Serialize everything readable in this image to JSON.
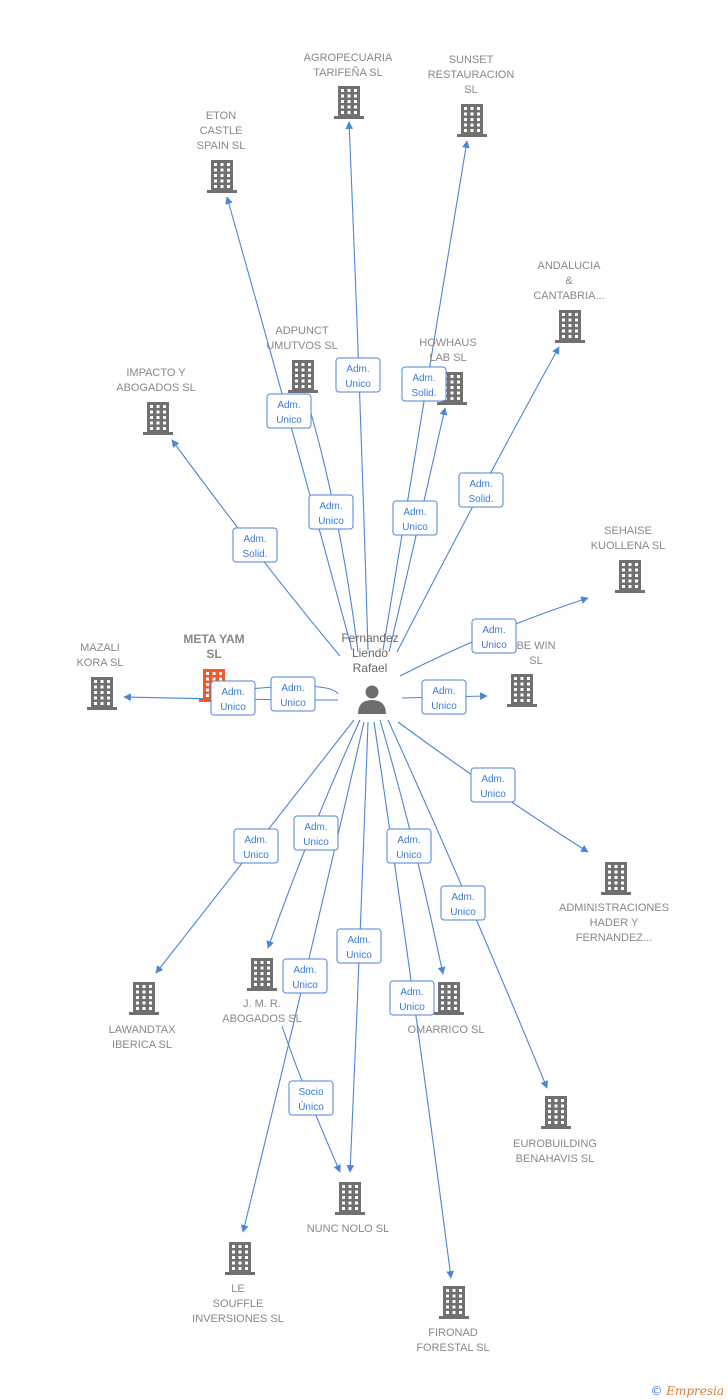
{
  "colors": {
    "edge": "#4a86d8",
    "building": "#707070",
    "focus": "#f05a28",
    "person": "#6e6e6e"
  },
  "person": {
    "id": "person",
    "lines": [
      "Fernandez",
      "Liendo",
      "Rafael"
    ]
  },
  "nodes": [
    {
      "id": "agropecuaria",
      "lines": [
        "AGROPECUARIA",
        "TARIFEÑA SL"
      ]
    },
    {
      "id": "sunset",
      "lines": [
        "SUNSET",
        "RESTAURACION",
        "SL"
      ]
    },
    {
      "id": "eton",
      "lines": [
        "ETON",
        "CASTLE",
        "SPAIN SL"
      ]
    },
    {
      "id": "andalucia",
      "lines": [
        "ANDALUCIA",
        "&",
        "CANTABRIA..."
      ]
    },
    {
      "id": "adpunct",
      "lines": [
        "ADPUNCT",
        "UMUTVOS SL"
      ]
    },
    {
      "id": "howhaus",
      "lines": [
        "HOWHAUS",
        "LAB SL"
      ]
    },
    {
      "id": "impacto",
      "lines": [
        "IMPACTO Y",
        "ABOGADOS SL"
      ]
    },
    {
      "id": "sehaise",
      "lines": [
        "SEHAISE",
        "KUOLLENA SL"
      ]
    },
    {
      "id": "metayam",
      "lines": [
        "META YAM",
        "SL"
      ],
      "focus": true
    },
    {
      "id": "mazali",
      "lines": [
        "MAZALI",
        "KORA SL"
      ]
    },
    {
      "id": "bewin",
      "lines": [
        "BE WIN",
        "SL"
      ]
    },
    {
      "id": "administraciones",
      "lines": [
        "ADMINISTRACIONES",
        "HADER Y",
        "FERNANDEZ..."
      ]
    },
    {
      "id": "lawandtax",
      "lines": [
        "LAWANDTAX",
        "IBERICA SL"
      ]
    },
    {
      "id": "jmr",
      "lines": [
        "J. M. R.",
        "ABOGADOS SL"
      ]
    },
    {
      "id": "omarrico",
      "lines": [
        "OMARRICO SL"
      ]
    },
    {
      "id": "eurobuilding",
      "lines": [
        "EUROBUILDING",
        "BENAHAVIS SL"
      ]
    },
    {
      "id": "nuncnolo",
      "lines": [
        "NUNC NOLO SL"
      ]
    },
    {
      "id": "lesouffle",
      "lines": [
        "LE",
        "SOUFFLE",
        "INVERSIONES SL"
      ]
    },
    {
      "id": "fironad",
      "lines": [
        "FIRONAD",
        "FORESTAL SL"
      ]
    }
  ],
  "edges": [
    {
      "from": "person",
      "to": "agropecuaria",
      "label": [
        "Adm.",
        "Unico"
      ]
    },
    {
      "from": "person",
      "to": "sunset",
      "label": [
        "Adm.",
        "Solid."
      ]
    },
    {
      "from": "person",
      "to": "eton",
      "label": [
        "Adm.",
        "Unico"
      ]
    },
    {
      "from": "person",
      "to": "andalucia",
      "label": [
        "Adm.",
        "Solid."
      ]
    },
    {
      "from": "person",
      "to": "adpunct",
      "label": [
        "Adm.",
        "Unico"
      ]
    },
    {
      "from": "person",
      "to": "howhaus",
      "label": [
        "Adm.",
        "Unico"
      ]
    },
    {
      "from": "person",
      "to": "impacto",
      "label": [
        "Adm.",
        "Solid."
      ]
    },
    {
      "from": "person",
      "to": "sehaise",
      "label": [
        "Adm.",
        "Unico"
      ]
    },
    {
      "from": "person",
      "to": "metayam",
      "label": [
        "Adm.",
        "Unico"
      ]
    },
    {
      "from": "person",
      "to": "mazali",
      "label": [
        "Adm.",
        "Unico"
      ]
    },
    {
      "from": "person",
      "to": "bewin",
      "label": [
        "Adm.",
        "Unico"
      ]
    },
    {
      "from": "person",
      "to": "administraciones",
      "label": [
        "Adm.",
        "Unico"
      ]
    },
    {
      "from": "person",
      "to": "lawandtax",
      "label": [
        "Adm.",
        "Unico"
      ]
    },
    {
      "from": "person",
      "to": "jmr",
      "label": [
        "Adm.",
        "Unico"
      ]
    },
    {
      "from": "person",
      "to": "omarrico",
      "label": [
        "Adm.",
        "Unico"
      ]
    },
    {
      "from": "person",
      "to": "eurobuilding",
      "label": [
        "Adm.",
        "Unico"
      ]
    },
    {
      "from": "person",
      "to": "nuncnolo",
      "label": [
        "Adm.",
        "Unico"
      ]
    },
    {
      "from": "person",
      "to": "lesouffle",
      "label": [
        "Adm.",
        "Unico"
      ]
    },
    {
      "from": "person",
      "to": "fironad",
      "label": [
        "Adm.",
        "Unico"
      ]
    },
    {
      "from": "jmr",
      "to": "nuncnolo",
      "label": [
        "Socio",
        "Único"
      ]
    }
  ],
  "footer": {
    "copyright": "©",
    "brand": "Empresia"
  }
}
